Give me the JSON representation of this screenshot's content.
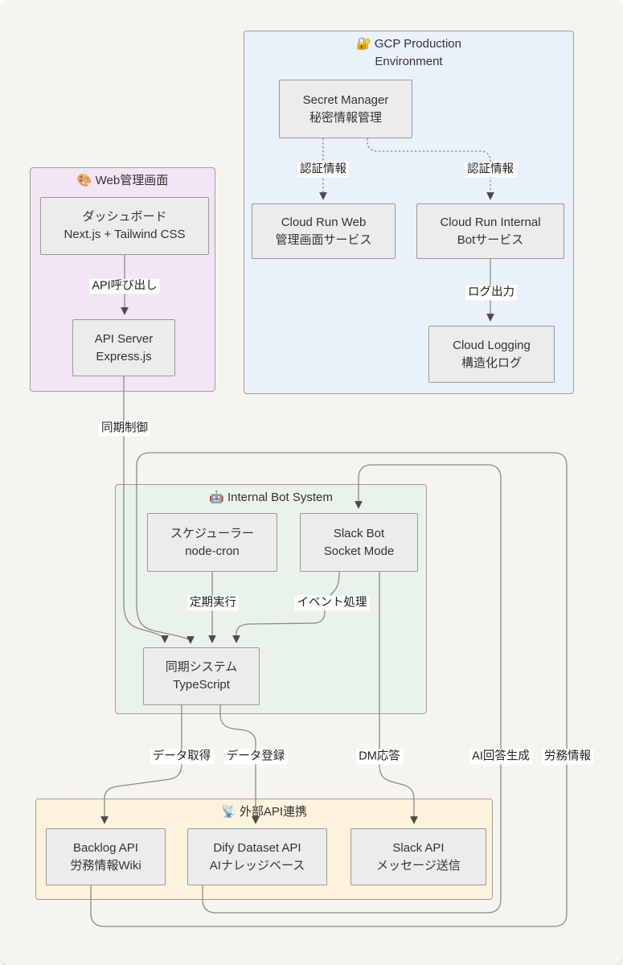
{
  "diagram": {
    "groups": {
      "gcp": {
        "title": "🔐 GCP Production Environment",
        "fill": "#e9f1fb"
      },
      "web": {
        "title": "🎨 Web管理画面",
        "fill": "#f1e5f6"
      },
      "bot": {
        "title": "🤖 Internal Bot System",
        "fill": "#e9f3ea"
      },
      "ext": {
        "title": "📡 外部API連携",
        "fill": "#fdf3dd"
      }
    },
    "nodes": {
      "secret_manager": {
        "line1": "Secret Manager",
        "line2": "秘密情報管理"
      },
      "cloud_run_web": {
        "line1": "Cloud Run Web",
        "line2": "管理画面サービス"
      },
      "cloud_run_internal": {
        "line1": "Cloud Run Internal",
        "line2": "Botサービス"
      },
      "cloud_logging": {
        "line1": "Cloud Logging",
        "line2": "構造化ログ"
      },
      "dashboard": {
        "line1": "ダッシュボード",
        "line2": "Next.js + Tailwind CSS"
      },
      "api_server": {
        "line1": "API Server",
        "line2": "Express.js"
      },
      "scheduler": {
        "line1": "スケジューラー",
        "line2": "node-cron"
      },
      "slack_bot": {
        "line1": "Slack Bot",
        "line2": "Socket Mode"
      },
      "sync_system": {
        "line1": "同期システム",
        "line2": "TypeScript"
      },
      "backlog_api": {
        "line1": "Backlog API",
        "line2": "労務情報Wiki"
      },
      "dify_dataset_api": {
        "line1": "Dify Dataset API",
        "line2": "AIナレッジベース"
      },
      "slack_api": {
        "line1": "Slack API",
        "line2": "メッセージ送信"
      }
    },
    "edge_labels": {
      "auth_web": "認証情報",
      "auth_bot": "認証情報",
      "log_output": "ログ出力",
      "api_call": "API呼び出し",
      "sync_control": "同期制御",
      "scheduled_run": "定期実行",
      "event_handling": "イベント処理",
      "data_fetch": "データ取得",
      "data_register": "データ登録",
      "dm_reply": "DM応答",
      "ai_answer": "AI回答生成",
      "labor_info": "労務情報"
    },
    "colors": {
      "page_background": "#f5f4ef",
      "node_fill": "#ececec",
      "node_border": "#9a9a9a",
      "group_border": "#9e9e9e",
      "edge_line": "#8a8a8a",
      "arrowhead": "#4a4a4a",
      "text": "#333333"
    }
  }
}
